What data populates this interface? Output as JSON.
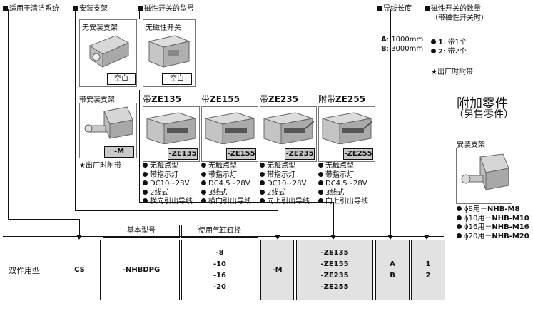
{
  "headers": {
    "system": "适用于清洁系统",
    "bracket": "安装支架",
    "switch_model": "磁性开关的型号",
    "lead_length": "导线长度",
    "switch_qty": "磁性开关的数量",
    "switch_qty_sub": "（带磁性开关时）"
  },
  "bracket": {
    "without_caption": "无安装支架",
    "without_code": "空白",
    "with_caption": "带安装支架",
    "with_code": "-M",
    "note": "★出厂时附带"
  },
  "switch": {
    "none_caption": "无磁性开关",
    "none_code": "空白",
    "items": [
      {
        "prefix": "带",
        "model": "ZE135",
        "code": "-ZE135",
        "features": [
          "无触点型",
          "带指示灯",
          "DC10~28V",
          "2线式",
          "横向引出导线"
        ]
      },
      {
        "prefix": "带",
        "model": "ZE155",
        "code": "-ZE155",
        "features": [
          "无触点型",
          "带指示灯",
          "DC4.5~28V",
          "3线式",
          "横向引出导线"
        ]
      },
      {
        "prefix": "带",
        "model": "ZE235",
        "code": "-ZE235",
        "features": [
          "无触点型",
          "带指示灯",
          "DC10~28V",
          "2线式",
          "向上引出导线"
        ]
      },
      {
        "prefix": "附带",
        "model": "ZE255",
        "code": "-ZE255",
        "features": [
          "无触点型",
          "带指示灯",
          "DC4.5~28V",
          "3线式",
          "向上引出导线"
        ]
      }
    ]
  },
  "lead": {
    "a_key": "A",
    "a_val": "1000mm",
    "b_key": "B",
    "b_val": "3000mm"
  },
  "qty": {
    "q1_key": "1",
    "q1_val": "带1个",
    "q2_key": "2",
    "q2_val": "带2个",
    "note": "★出厂时附带"
  },
  "accessory": {
    "title": "附加零件",
    "subtitle": "（另售零件）",
    "caption": "安装支架",
    "items": [
      {
        "size": "ϕ8用－",
        "part": "NHB-M8"
      },
      {
        "size": "ϕ10用－",
        "part": "NHB-M10"
      },
      {
        "size": "ϕ16用－",
        "part": "NHB-M16"
      },
      {
        "size": "ϕ20用－",
        "part": "NHB-M20"
      }
    ]
  },
  "code_table": {
    "row_label": "双作用型",
    "base_header": "基本型号",
    "bore_header": "使用气缸缸径",
    "cs": "CS",
    "model": "-NHBDPG",
    "bores": [
      "-8",
      "-10",
      "-16",
      "-20"
    ],
    "bracket_code": "-M",
    "switches": [
      "-ZE135",
      "-ZE155",
      "-ZE235",
      "-ZE255"
    ],
    "leads": [
      "A",
      "B"
    ],
    "qtys": [
      "1",
      "2"
    ]
  }
}
